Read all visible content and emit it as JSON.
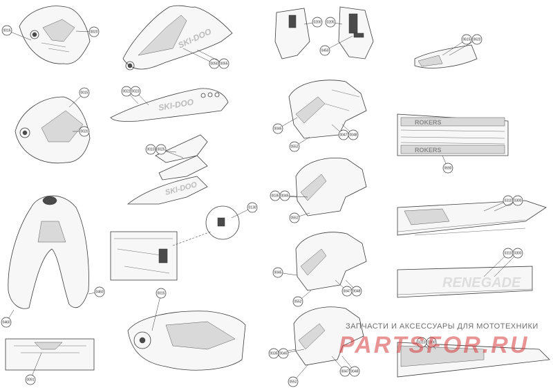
{
  "colors": {
    "line": "#3a3a3a",
    "panel": "#f7f7f7",
    "decal": "#d9d9d9",
    "watermark_red": "#d63c3c"
  },
  "callouts": [
    {
      "label": "0016"
    },
    {
      "label": "0020"
    },
    {
      "label": "0050"
    },
    {
      "label": "0055"
    },
    {
      "label": "0200"
    },
    {
      "label": "0205"
    },
    {
      "label": "0450"
    },
    {
      "label": "0615"
    },
    {
      "label": "0620"
    },
    {
      "label": "0015"
    },
    {
      "label": "0020"
    },
    {
      "label": "0022"
    },
    {
      "label": "0023"
    },
    {
      "label": "0045"
    },
    {
      "label": "0047"
    },
    {
      "label": "0048"
    },
    {
      "label": "0552"
    },
    {
      "label": "0690"
    },
    {
      "label": "0010"
    },
    {
      "label": "0025"
    },
    {
      "label": "0035"
    },
    {
      "label": "0045"
    },
    {
      "label": "0552"
    },
    {
      "label": "0310"
    },
    {
      "label": "0300"
    },
    {
      "label": "0130"
    },
    {
      "label": "0460"
    },
    {
      "label": "0460"
    },
    {
      "label": "0045"
    },
    {
      "label": "0047"
    },
    {
      "label": "0048"
    },
    {
      "label": "0552"
    },
    {
      "label": "0310"
    },
    {
      "label": "0300"
    },
    {
      "label": "0015"
    },
    {
      "label": "0091"
    },
    {
      "label": "0035"
    },
    {
      "label": "0045"
    },
    {
      "label": "0047"
    },
    {
      "label": "0048"
    },
    {
      "label": "0552"
    },
    {
      "label": "0310"
    },
    {
      "label": "0300"
    }
  ],
  "watermark": {
    "caption": "ЗАПЧАСТИ И АКСЕССУАРЫ ДЛЯ МОТОТЕХНИКИ",
    "logo": "PARTSFOR.RU"
  }
}
